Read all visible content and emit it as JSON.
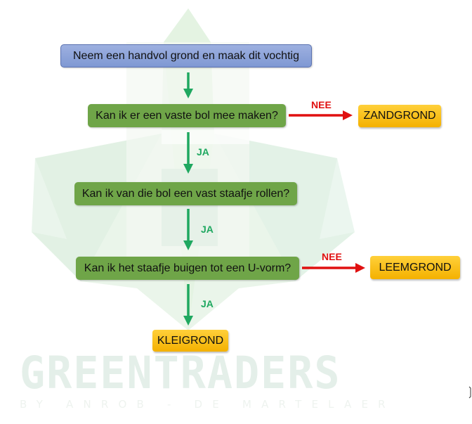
{
  "watermark": {
    "brand": "GREENTRADERS",
    "subtitle": "BY ANROB - DE MARTELAER"
  },
  "flowchart": {
    "start": {
      "text": "Neem een handvol grond en maak dit vochtig"
    },
    "questions": [
      {
        "text": "Kan ik er een vaste bol mee maken?",
        "no_label": "NEE",
        "no_result": "ZANDGROND",
        "yes_label": "JA"
      },
      {
        "text": "Kan ik van die bol een vast staafje rollen?",
        "yes_label": "JA"
      },
      {
        "text": "Kan ik het staafje buigen  tot een U-vorm?",
        "no_label": "NEE",
        "no_result": "LEEMGROND",
        "yes_label": "JA",
        "yes_result": "KLEIGROND"
      }
    ]
  },
  "colors": {
    "start_fill": "#8da4da",
    "question_fill": "#6fa548",
    "result_fill": "#ffc000",
    "yes_arrow": "#1fa860",
    "no_arrow": "#e01010"
  }
}
